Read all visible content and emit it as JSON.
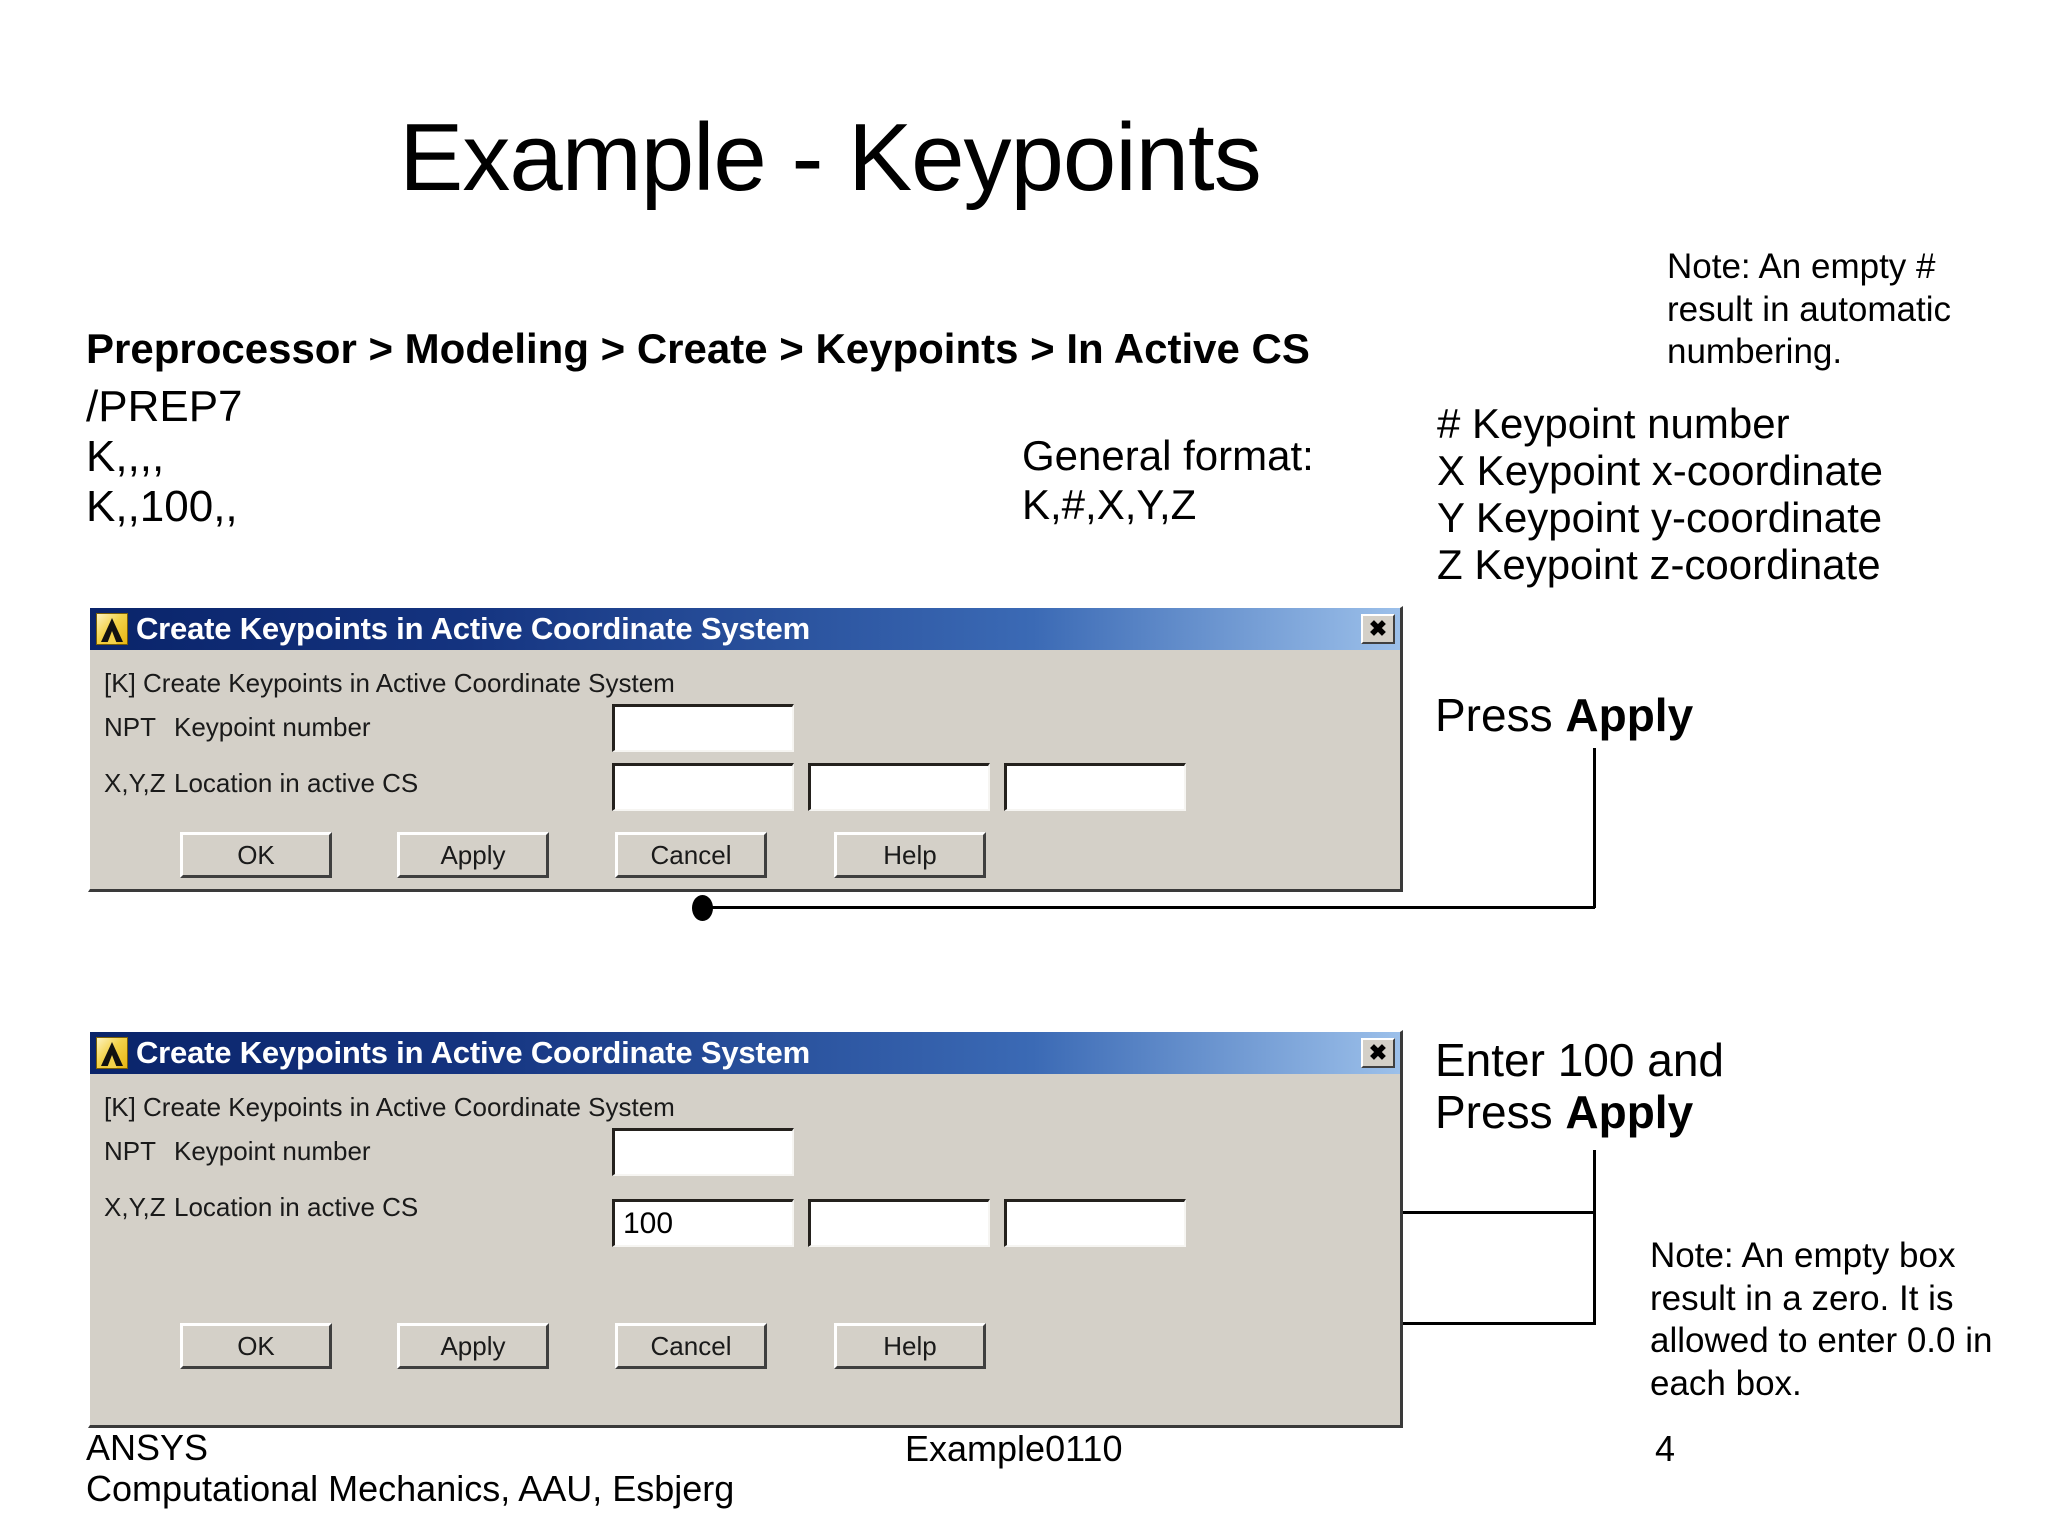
{
  "slide": {
    "title": "Example - Keypoints",
    "menu_path": "Preprocessor > Modeling > Create > Keypoints > In Active CS",
    "commands": [
      "/PREP7",
      "K,,,,",
      "K,,100,,"
    ],
    "general_format": {
      "label": "General format:",
      "syntax": "K,#,X,Y,Z"
    },
    "keypoint_legend": [
      "# Keypoint number",
      "X Keypoint x-coordinate",
      "Y Keypoint y-coordinate",
      "Z Keypoint z-coordinate"
    ],
    "note_top": "Note: An empty # result in automatic numbering.",
    "note_bottom": "Note: An empty box result in a zero. It is allowed to enter 0.0 in each box.",
    "callout_press_apply_prefix": "Press ",
    "callout_press_apply_bold": "Apply",
    "callout_enter_line1": "Enter 100 and",
    "callout_enter_line2_prefix": "Press ",
    "callout_enter_line2_bold": "Apply"
  },
  "dialog1": {
    "title": "Create Keypoints in Active Coordinate System",
    "icon": "ansys-logo-icon",
    "close_glyph": "✖",
    "heading": "[K]  Create Keypoints in Active Coordinate System",
    "npt_label": "NPT",
    "npt_text": "Keypoint number",
    "xyz_label": "X,Y,Z",
    "xyz_text": "Location in active CS",
    "npt_value": "",
    "x_value": "",
    "y_value": "",
    "z_value": "",
    "buttons": [
      "OK",
      "Apply",
      "Cancel",
      "Help"
    ]
  },
  "dialog2": {
    "title": "Create Keypoints in Active Coordinate System",
    "icon": "ansys-logo-icon",
    "close_glyph": "✖",
    "heading": "[K]  Create Keypoints in Active Coordinate System",
    "npt_label": "NPT",
    "npt_text": "Keypoint number",
    "xyz_label": "X,Y,Z",
    "xyz_text": "Location in active CS",
    "npt_value": "",
    "x_value": "100",
    "y_value": "",
    "z_value": "",
    "buttons": [
      "OK",
      "Apply",
      "Cancel",
      "Help"
    ]
  },
  "footer": {
    "org_line1": "ANSYS",
    "org_line2": "Computational Mechanics, AAU, Esbjerg",
    "center": "Example0110",
    "page": "4"
  },
  "colors": {
    "dialog_face": "#d4d0c8",
    "titlebar_start": "#0a246a",
    "titlebar_end": "#9cc0ea",
    "icon_gold": "#f3d24a",
    "page_bg": "#ffffff"
  }
}
